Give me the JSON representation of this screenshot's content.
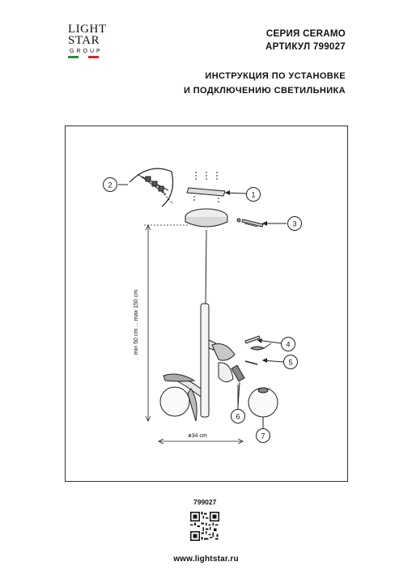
{
  "brand": {
    "logo_lines": [
      "LIGHT",
      "STAR"
    ],
    "logo_sub": "GROUP",
    "flag_colors": [
      "#2e8b3a",
      "#ffffff",
      "#cc2a2a"
    ]
  },
  "header": {
    "series": "СЕРИЯ CERAMO",
    "article": "АРТИКУЛ 799027"
  },
  "title": {
    "line1": "ИНСТРУКЦИЯ ПО УСТАНОВКЕ",
    "line2": "И ПОДКЛЮЧЕНИЮ СВЕТИЛЬНИКА"
  },
  "diagram": {
    "callouts": [
      "1",
      "2",
      "3",
      "4",
      "5",
      "6",
      "7"
    ],
    "height_label": "min 50 cm ... max 150 cm",
    "width_label": "ø34 cm"
  },
  "footer": {
    "article_number": "799027",
    "website": "www.lightstar.ru"
  }
}
